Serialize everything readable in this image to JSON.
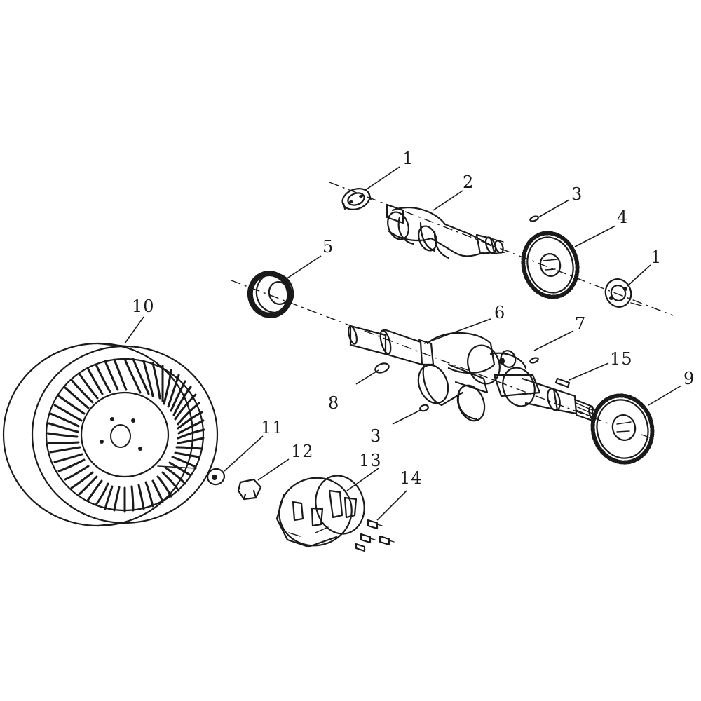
{
  "callouts": {
    "c1a": "1",
    "c2": "2",
    "c3a": "3",
    "c4": "4",
    "c1b": "1",
    "c5": "5",
    "c10": "10",
    "c6": "6",
    "c7": "7",
    "c15": "15",
    "c9": "9",
    "c8": "8",
    "c3b": "3",
    "c11": "11",
    "c12": "12",
    "c13": "13",
    "c14": "14"
  },
  "colors": {
    "ink": "#1a1a1a",
    "background": "#ffffff"
  }
}
